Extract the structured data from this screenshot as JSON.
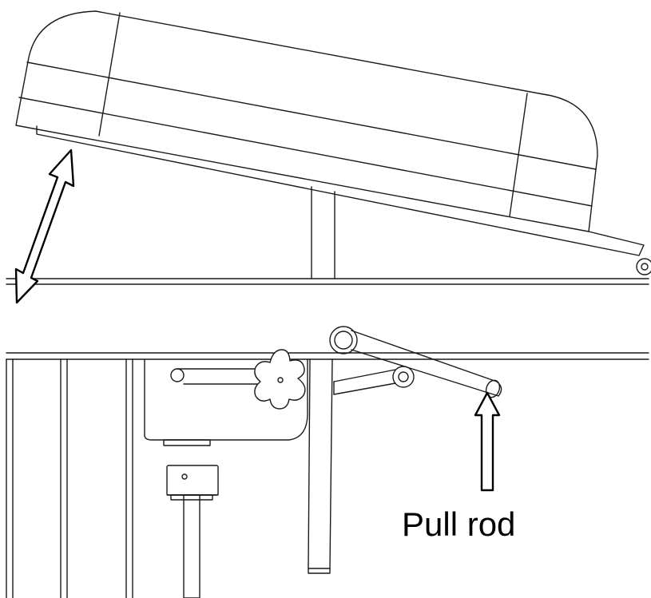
{
  "diagram": {
    "callout_label": "Pull rod",
    "colors": {
      "line": "#1a1a1a",
      "fill": "#ffffff",
      "background": "#ffffff"
    },
    "arrows": [
      {
        "name": "height-adjust-double-arrow",
        "style": "double-headed outline"
      },
      {
        "name": "pull-rod-arrow",
        "style": "single-headed outline, pointing up"
      }
    ]
  }
}
